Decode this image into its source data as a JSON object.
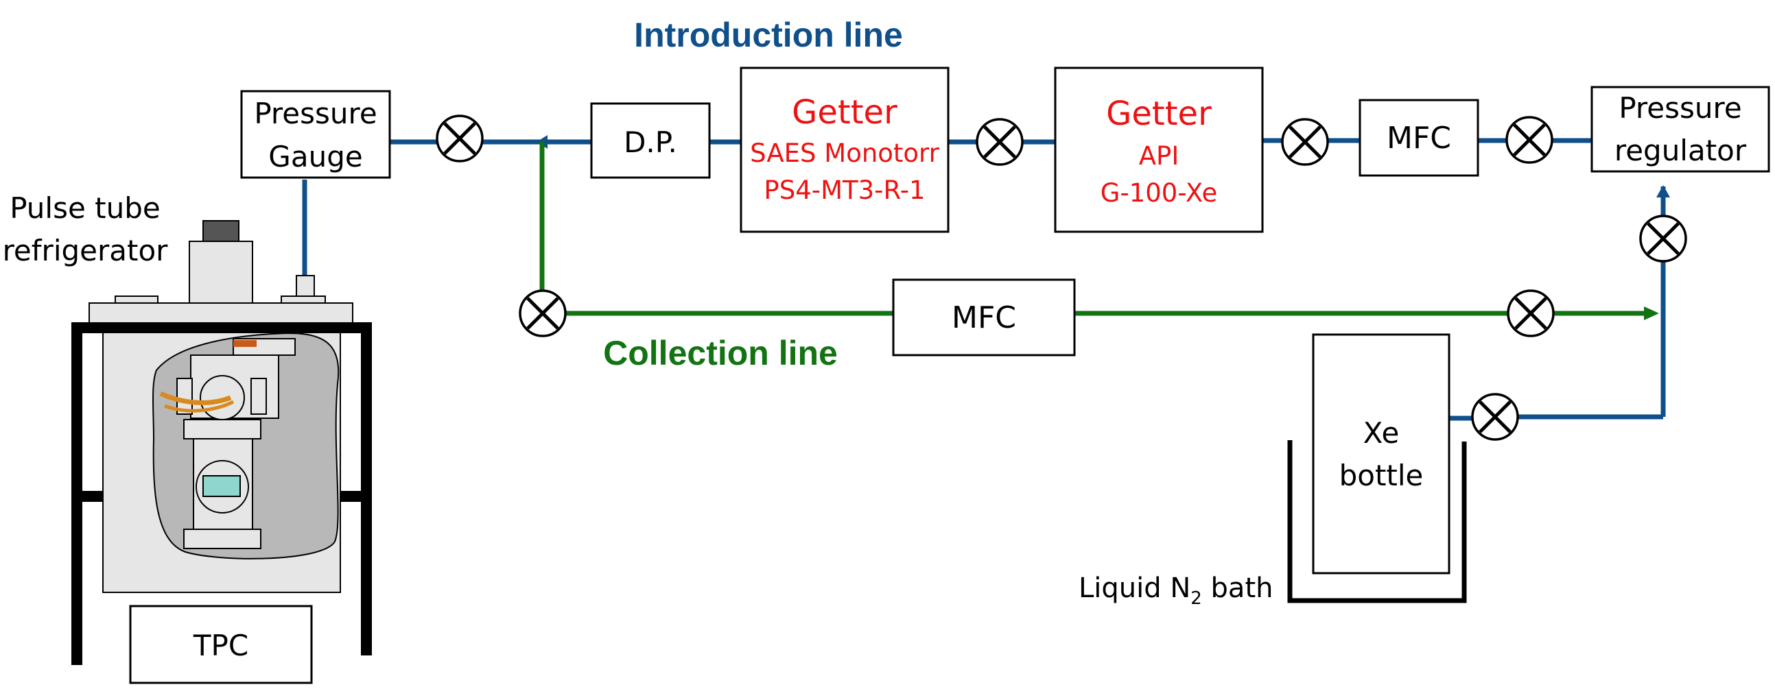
{
  "titles": {
    "introduction_line": "Introduction line",
    "collection_line": "Collection line"
  },
  "components": {
    "pressure_gauge": [
      "Pressure",
      "Gauge"
    ],
    "dp": "D.P.",
    "getter1": {
      "title": "Getter",
      "line1": "SAES Monotorr",
      "line2": "PS4-MT3-R-1"
    },
    "getter2": {
      "title": "Getter",
      "line1": "API",
      "line2": "G-100-Xe"
    },
    "mfc_intro": "MFC",
    "pressure_regulator": [
      "Pressure",
      "regulator"
    ],
    "mfc_collection": "MFC",
    "xe_bottle": [
      "Xe",
      "bottle"
    ],
    "tpc": "TPC"
  },
  "labels": {
    "pulse_tube": [
      "Pulse tube",
      "refrigerator"
    ],
    "liquid_n2_bath": {
      "pre": "Liquid N",
      "sub": "2",
      "post": " bath"
    }
  },
  "colors": {
    "introduction_line": "#0f4f8a",
    "collection_line": "#137313",
    "getter_text": "#ee1111"
  }
}
